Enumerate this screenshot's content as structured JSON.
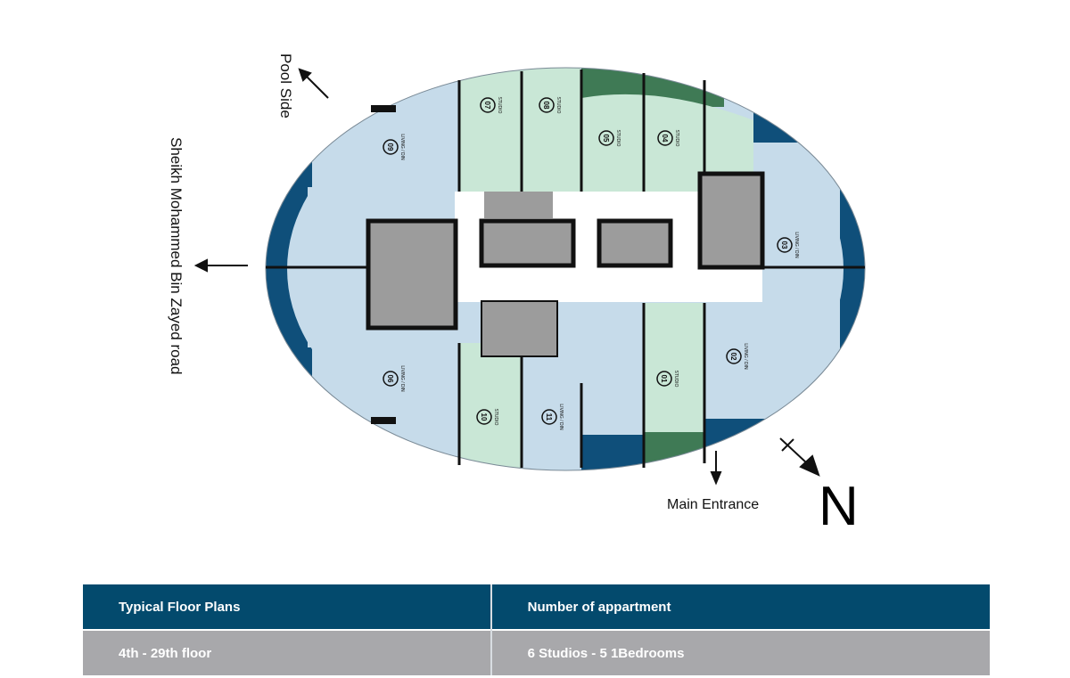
{
  "labels": {
    "pool_side": "Pool Side",
    "road": "Sheikh Mohammed Bin Zayed road",
    "main_entrance": "Main Entrance",
    "north": "N"
  },
  "units": [
    {
      "number": "09",
      "type": "LIVING / DIN"
    },
    {
      "number": "07",
      "type": "STUDIO"
    },
    {
      "number": "08",
      "type": "STUDIO"
    },
    {
      "number": "05",
      "type": "STUDIO"
    },
    {
      "number": "04",
      "type": "STUDIO"
    },
    {
      "number": "03",
      "type": "LIVING / DIN"
    },
    {
      "number": "02",
      "type": "LIVING / DIN"
    },
    {
      "number": "01",
      "type": "STUDIO"
    },
    {
      "number": "11",
      "type": "LIVING / DIN"
    },
    {
      "number": "10",
      "type": "STUDIO"
    },
    {
      "number": "06",
      "type": "LIVING / DIN"
    }
  ],
  "table": {
    "headers": [
      "Typical Floor Plans",
      "Number of appartment"
    ],
    "row": [
      "4th - 29th floor",
      "6 Studios - 5 1Bedrooms"
    ]
  },
  "colors": {
    "navy": "#034a6d",
    "gray": "#a8a8ab",
    "studio": "#c9e7d6",
    "one_bed": "#c6dbea",
    "balcony": "#0f4f7a",
    "balcony_green": "#3f7a55",
    "core": "#9c9c9c"
  }
}
